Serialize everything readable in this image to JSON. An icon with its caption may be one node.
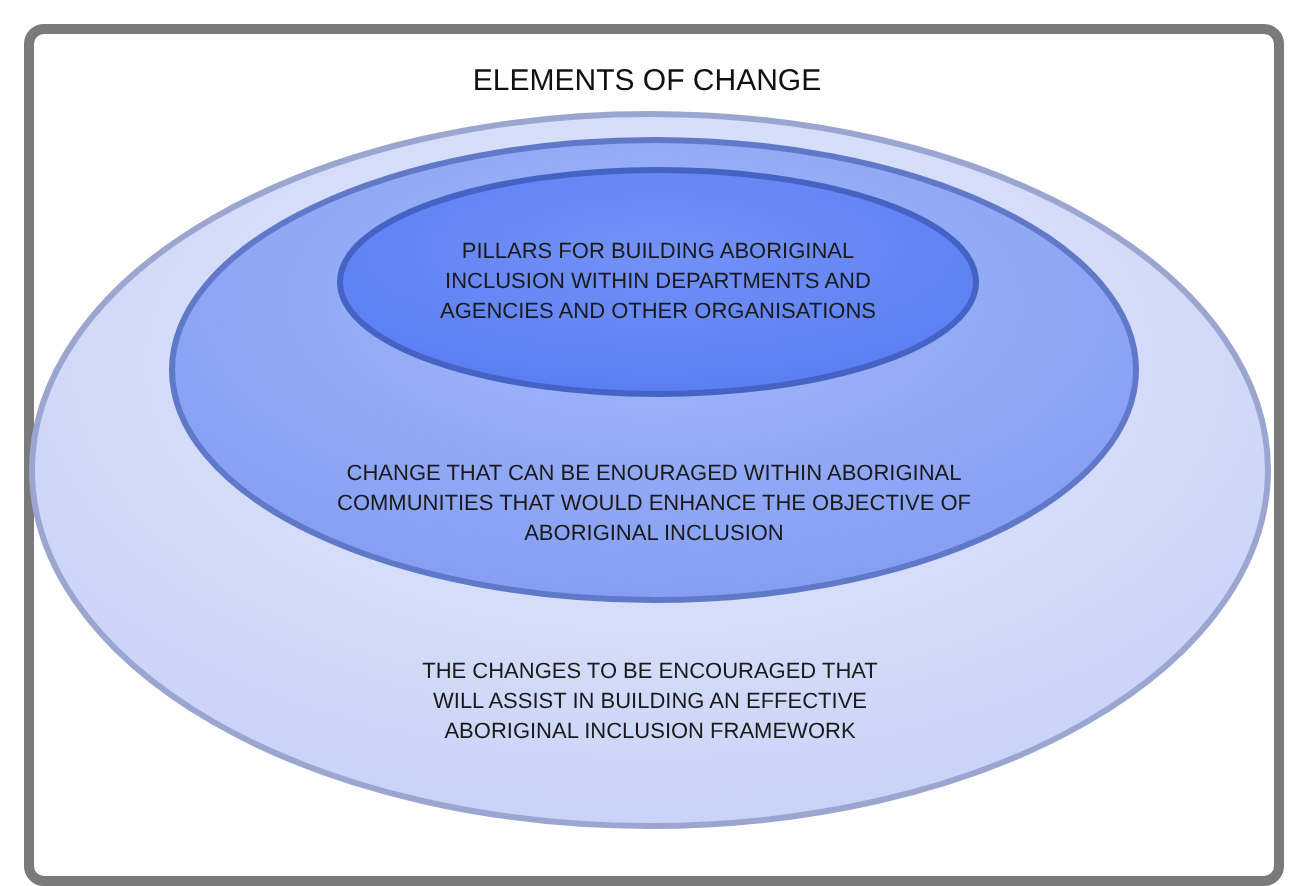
{
  "diagram": {
    "title": "ELEMENTS OF CHANGE",
    "nodes": [
      {
        "text": [
          "THE CHANGES TO BE ENCOURAGED THAT WILL ASSIST IN BUILDING AN EFFECTIVE ABORIGINAL INCLUSION FRAMEWORK"
        ]
      },
      {
        "text": [
          "CHANGE THAT CAN BE ENOURAGED WITHIN ABORIGINAL COMMUNITIES THAT WOULD ENHANCE THE OBJECTIVE OF ABORIGINAL INCLUSION"
        ],
        "in": 0
      },
      {
        "text": [
          "PILLARS FOR BUILDING ABORIGINAL INCLUSION WITHIN DEPARTMENTS AND AGENCIES AND OTHER ORGANISATIONS"
        ],
        "in": 1
      }
    ]
  }
}
